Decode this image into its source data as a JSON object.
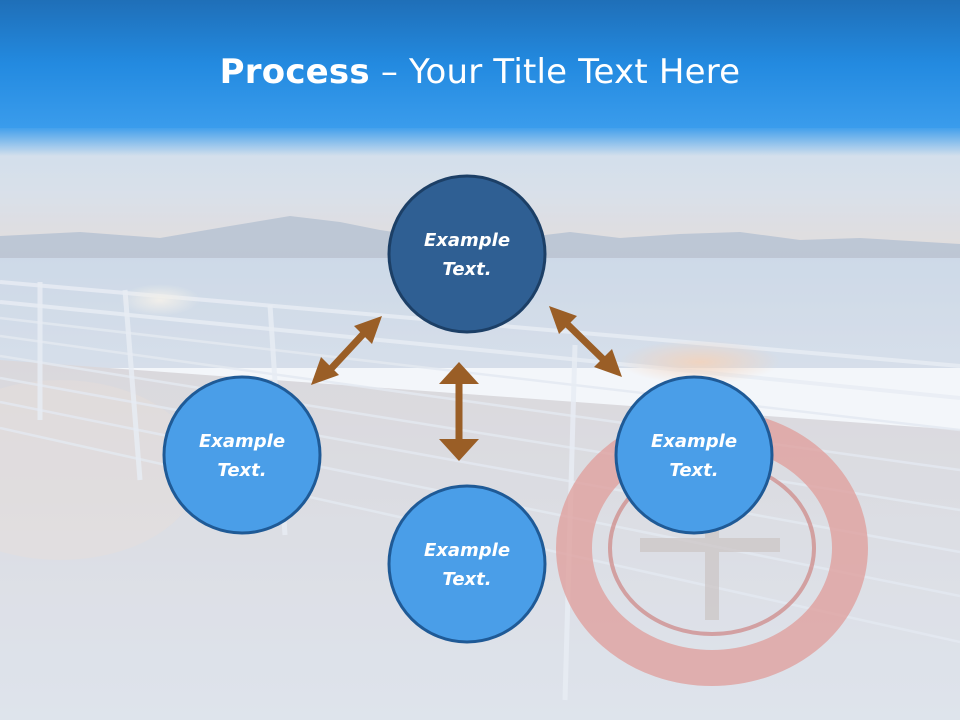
{
  "title": {
    "bold_part": "Process",
    "separator": " – ",
    "rest_part": "Your Title Text Here"
  },
  "nodes": {
    "top": {
      "line1": "Example",
      "line2": "Text."
    },
    "left": {
      "line1": "Example",
      "line2": "Text."
    },
    "right": {
      "line1": "Example",
      "line2": "Text."
    },
    "bottom": {
      "line1": "Example",
      "line2": "Text."
    }
  },
  "colors": {
    "header_blue": "#2288dd",
    "top_node_fill": "#2f5f93",
    "node_fill": "#4a9ee8",
    "node_stroke": "#1c3f66",
    "arrow": "#9a5e26"
  }
}
